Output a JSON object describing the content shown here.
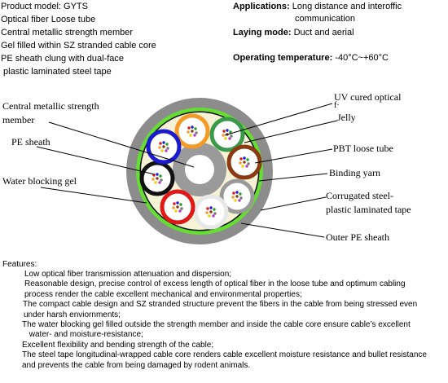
{
  "specs": [
    "Product model: GYTS",
    "Optical fiber Loose tube",
    "Central metallic strength member",
    "Gel filled within SZ stranded cable core",
    "PE sheath clung with dual-face",
    " plastic laminated steel tape"
  ],
  "applications": {
    "label": "Applications:",
    "value_line1": "Long distance and interoffic",
    "value_line2": "communication"
  },
  "laying_mode": {
    "label": "Laying mode:",
    "value": "Duct and aerial"
  },
  "operating_temperature": {
    "label": "Operating temperature:",
    "value": "-40°C~+60°C"
  },
  "labels": {
    "central_member_1": "Central metallic strength",
    "central_member_2": "member",
    "pe_sheath": "PE sheath",
    "water_blocking_gel": "Water blocking gel",
    "uv_fiber_1": "UV cured optical",
    "uv_fiber_2": "f·",
    "jelly": "Jelly",
    "pbt_tube": "PBT loose tube",
    "binding_yarn": "Binding yarn",
    "corrugated_1": "Corrugated steel-",
    "corrugated_2": "plastic laminated tape",
    "outer_sheath": "Outer PE sheath"
  },
  "features": {
    "heading": "Features:",
    "lines": [
      "Low optical fiber transmission attenuation and dispersion;",
      "Reasonable design, precise control of excess length of optical fiber in the loose tube and optimum cabling",
      "process render the cable excellent mechanical and environmental  properties;",
      "The compact cable design and SZ stranded structure prevent the fibers in the cable from being stressed even",
      "under  harsh enviornments;",
      "The water blocking gel filled outside the strength member and inside the cable core ensure cable’s excellent",
      " water- and moisture-resistance;",
      "Excellent flexibility and bending strength of the cable;",
      "The steel tape longitudinal-wrapped cable core renders cable excellent moisture resistance and bullet resistance",
      "and prevents the cable from being damaged by rodent animals."
    ]
  },
  "colors": {
    "outer_sheath": "#8c8c8c",
    "green_tape": "#66dd33",
    "core_fill": "#f6f2d6",
    "central_member": "#9a9a9a",
    "tube_orange": "#f49a26",
    "tube_green": "#3a9a4a",
    "tube_brown": "#8a3a12",
    "tube_gray": "#9a9a9a",
    "tube_white": "#e8e8e8",
    "tube_red": "#e01818",
    "tube_black": "#111111",
    "tube_blue": "#1a1ad0"
  }
}
